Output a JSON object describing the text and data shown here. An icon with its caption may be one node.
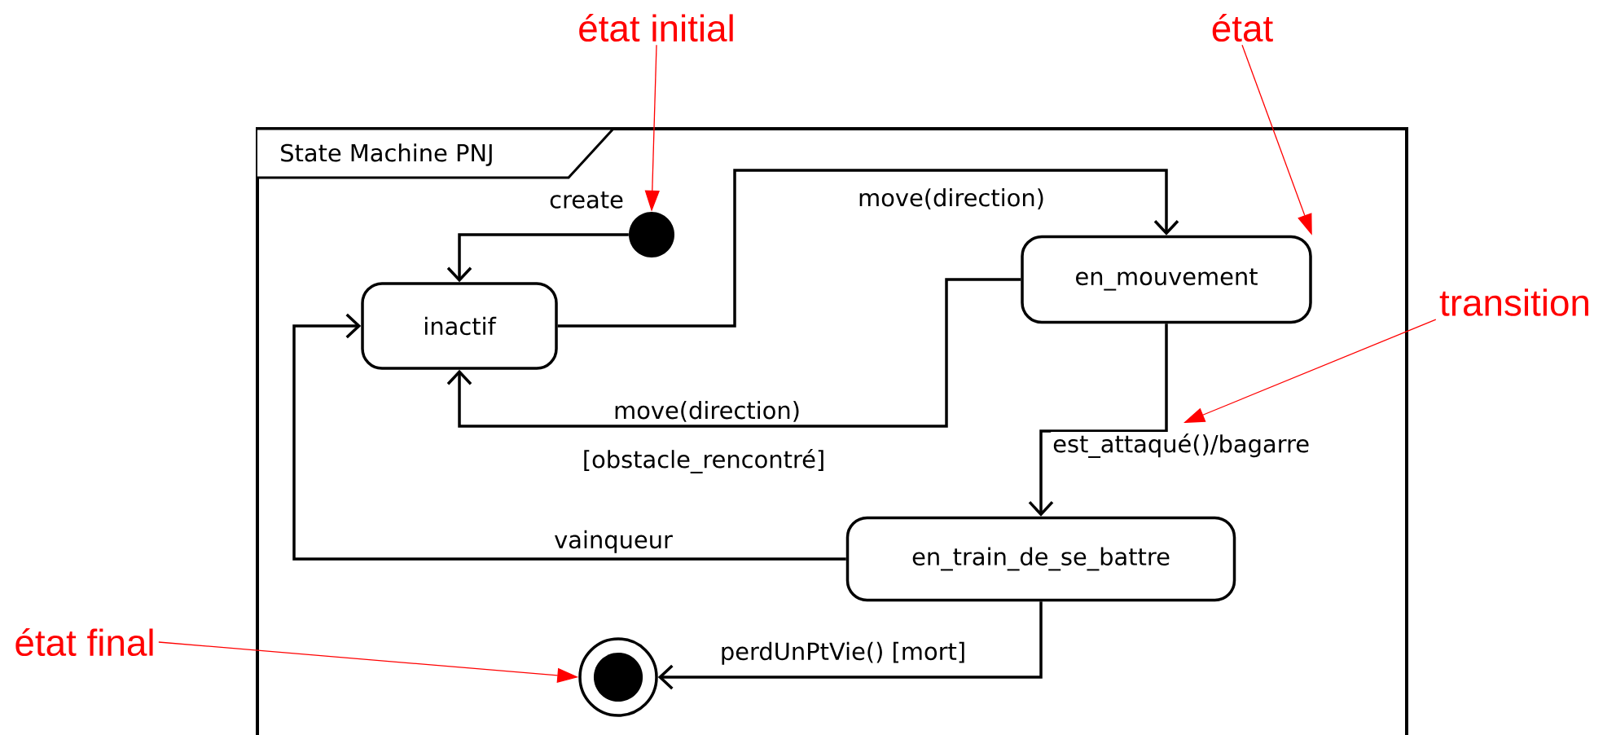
{
  "diagram": {
    "nodes": [
      {
        "text": [
          "State Machine PNJ"
        ]
      },
      {
        "text": [
          "état initial"
        ]
      },
      {
        "text": [
          "état"
        ]
      },
      {
        "text": [],
        "shape": "circle",
        "in": 0
      },
      {
        "text": [
          "inactif"
        ],
        "in": 0
      },
      {
        "text": [
          "en_mouvement"
        ],
        "in": 0
      },
      {
        "text": [
          "transition"
        ]
      },
      {
        "text": [
          "en_train_de_se_battre"
        ],
        "in": 0
      },
      {
        "text": [
          "état final"
        ]
      },
      {
        "text": [],
        "shape": "bullseye",
        "in": 0
      }
    ],
    "edges": [
      {
        "from": 3,
        "to": 4,
        "arrow": "to",
        "label": "create"
      },
      {
        "from": 4,
        "to": 5,
        "arrow": "to",
        "label": "move(direction)"
      },
      {
        "from": 5,
        "to": 4,
        "arrow": "to",
        "label": "move(direction)"
      },
      {
        "from": 5,
        "to": 7,
        "arrow": "to",
        "label": "est_attaqué()/bagarre"
      },
      {
        "from": 7,
        "to": 4,
        "arrow": "to",
        "label": "vainqueur"
      },
      {
        "from": 7,
        "to": 9,
        "arrow": "to",
        "label": "perdUnPtVie() [mort]"
      },
      {
        "from": 1,
        "to": 3,
        "arrow": "to",
        "color": "#ff0000"
      },
      {
        "from": 2,
        "to": 5,
        "arrow": "to",
        "color": "#ff0000"
      },
      {
        "from": 6,
        "to": null,
        "arrow": "to",
        "color": "#ff0000"
      },
      {
        "from": 8,
        "to": 9,
        "arrow": "to",
        "color": "#ff0000"
      }
    ],
    "labels": [
      "[obstacle_rencontré]"
    ]
  }
}
